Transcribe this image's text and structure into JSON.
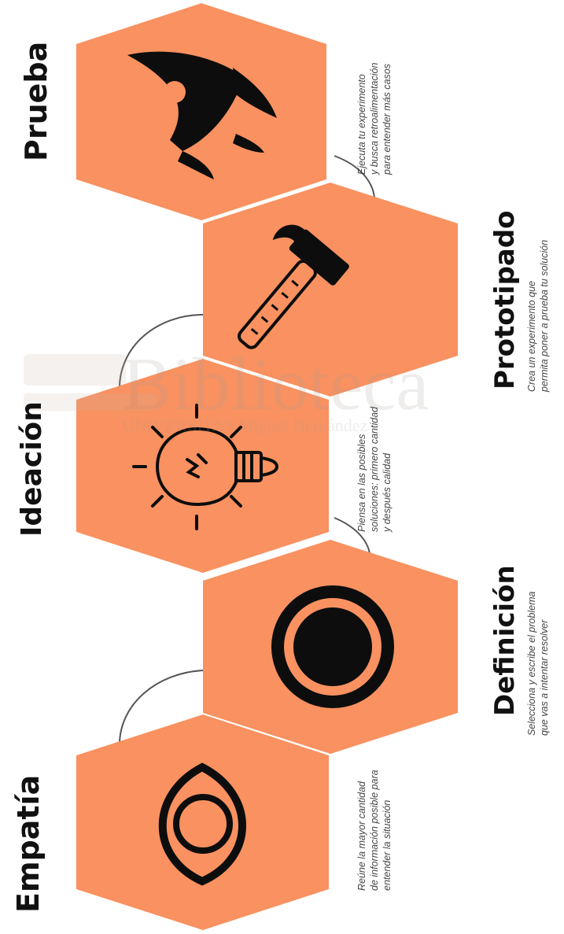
{
  "colors": {
    "hex_fill": "#f99160",
    "icon": "#0d0d0d",
    "connector": "#555555"
  },
  "steps": [
    {
      "title": "Prueba",
      "icon": "rocket-icon",
      "desc": [
        "Ejecuta tu experimento",
        "y busca retroalimentación",
        "para entender más casos"
      ]
    },
    {
      "title": "Prototipado",
      "icon": "hammer-icon",
      "desc": [
        "Crea un experimento que",
        "permita poner a prueba tu solución"
      ]
    },
    {
      "title": "Ideación",
      "icon": "lightbulb-icon",
      "desc": [
        "Piensa en las posibles",
        "soluciones: primero cantidad",
        "y después calidad"
      ]
    },
    {
      "title": "Definición",
      "icon": "target-icon",
      "desc": [
        "Selecciona y escribe el problema",
        "que vas a intentar resolver"
      ]
    },
    {
      "title": "Empatía",
      "icon": "eye-icon",
      "desc": [
        "Reúne la mayor cantidad",
        "de información posible para",
        "entender la situación"
      ]
    }
  ],
  "watermark": {
    "main": "Biblioteca",
    "sub": "UNIVERSITAS Miguel Hernández"
  }
}
